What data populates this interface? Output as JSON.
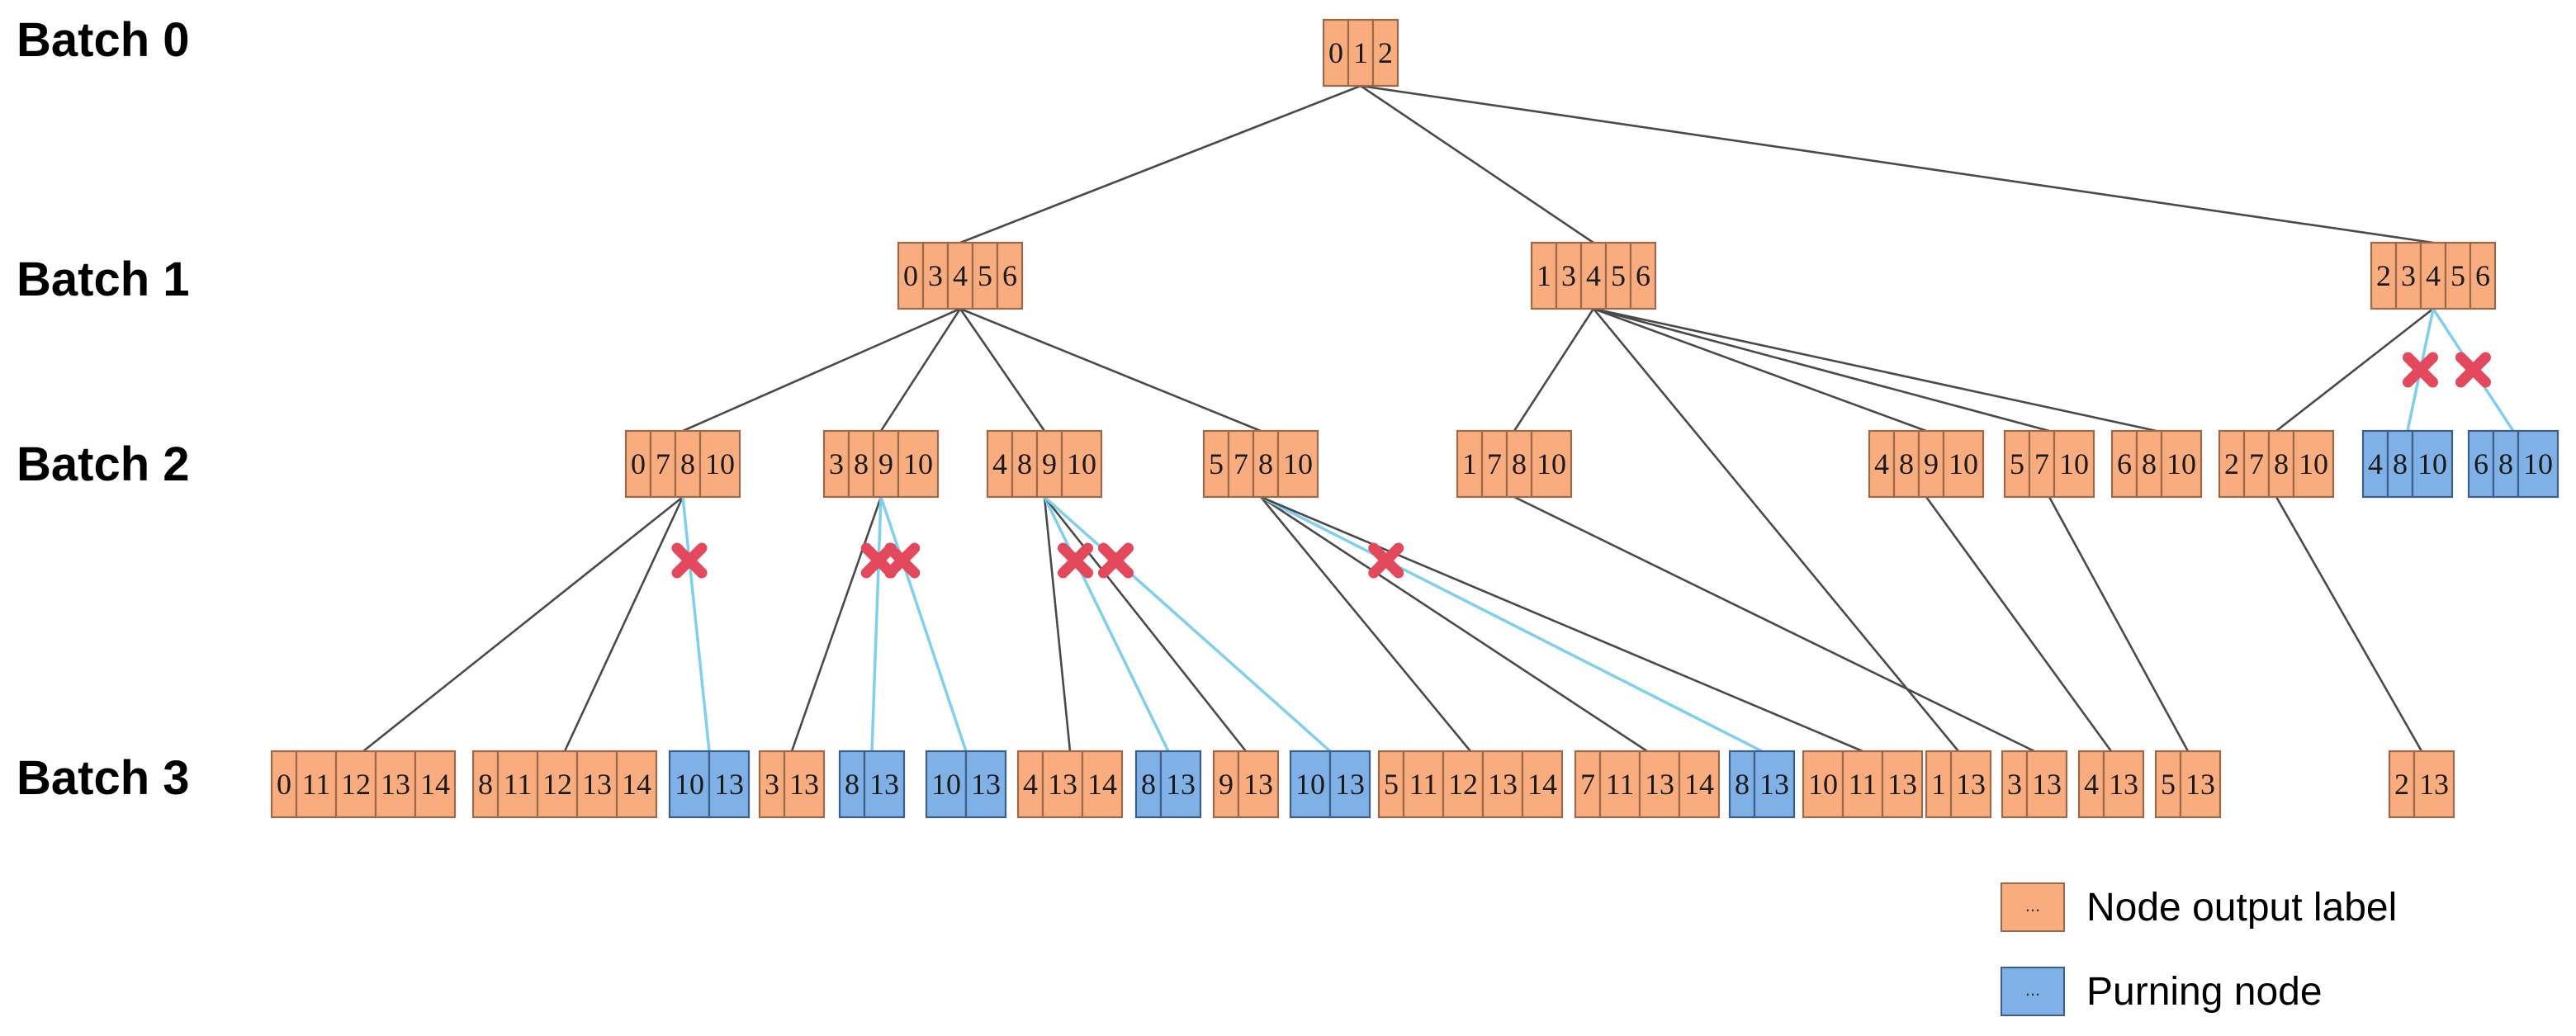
{
  "colors": {
    "output_fill": "#f9ac7e",
    "output_stroke": "#9a6a4a",
    "pruning_fill": "#7fb0e6",
    "pruning_stroke": "#3b5f8a",
    "edge": "#4a4a4a",
    "pruned_edge": "#7fcfee",
    "cross": "#e4485d"
  },
  "batches": [
    {
      "label": "Batch 0"
    },
    {
      "label": "Batch 1"
    },
    {
      "label": "Batch 2"
    },
    {
      "label": "Batch 3"
    }
  ],
  "nodes": [
    {
      "id": "n0",
      "batch": 0,
      "cells": [
        "0",
        "1",
        "2"
      ],
      "type": "output"
    },
    {
      "id": "b1a",
      "batch": 1,
      "cells": [
        "0",
        "3",
        "4",
        "5",
        "6"
      ],
      "type": "output"
    },
    {
      "id": "b1b",
      "batch": 1,
      "cells": [
        "1",
        "3",
        "4",
        "5",
        "6"
      ],
      "type": "output"
    },
    {
      "id": "b1c",
      "batch": 1,
      "cells": [
        "2",
        "3",
        "4",
        "5",
        "6"
      ],
      "type": "output"
    },
    {
      "id": "b2a",
      "batch": 2,
      "cells": [
        "0",
        "7",
        "8",
        "10"
      ],
      "type": "output"
    },
    {
      "id": "b2b",
      "batch": 2,
      "cells": [
        "3",
        "8",
        "9",
        "10"
      ],
      "type": "output"
    },
    {
      "id": "b2c",
      "batch": 2,
      "cells": [
        "4",
        "8",
        "9",
        "10"
      ],
      "type": "output"
    },
    {
      "id": "b2d",
      "batch": 2,
      "cells": [
        "5",
        "7",
        "8",
        "10"
      ],
      "type": "output"
    },
    {
      "id": "b2e",
      "batch": 2,
      "cells": [
        "1",
        "7",
        "8",
        "10"
      ],
      "type": "output"
    },
    {
      "id": "b2f",
      "batch": 2,
      "cells": [
        "4",
        "8",
        "9",
        "10"
      ],
      "type": "output"
    },
    {
      "id": "b2g",
      "batch": 2,
      "cells": [
        "5",
        "7",
        "10"
      ],
      "type": "output"
    },
    {
      "id": "b2h",
      "batch": 2,
      "cells": [
        "6",
        "8",
        "10"
      ],
      "type": "output"
    },
    {
      "id": "b2i",
      "batch": 2,
      "cells": [
        "2",
        "7",
        "8",
        "10"
      ],
      "type": "output"
    },
    {
      "id": "b2j",
      "batch": 2,
      "cells": [
        "4",
        "8",
        "10"
      ],
      "type": "pruning"
    },
    {
      "id": "b2k",
      "batch": 2,
      "cells": [
        "6",
        "8",
        "10"
      ],
      "type": "pruning"
    },
    {
      "id": "b3a",
      "batch": 3,
      "cells": [
        "0",
        "11",
        "12",
        "13",
        "14"
      ],
      "type": "output"
    },
    {
      "id": "b3b",
      "batch": 3,
      "cells": [
        "8",
        "11",
        "12",
        "13",
        "14"
      ],
      "type": "output"
    },
    {
      "id": "b3c",
      "batch": 3,
      "cells": [
        "10",
        "13"
      ],
      "type": "pruning"
    },
    {
      "id": "b3d",
      "batch": 3,
      "cells": [
        "3",
        "13"
      ],
      "type": "output"
    },
    {
      "id": "b3e",
      "batch": 3,
      "cells": [
        "8",
        "13"
      ],
      "type": "pruning"
    },
    {
      "id": "b3f",
      "batch": 3,
      "cells": [
        "10",
        "13"
      ],
      "type": "pruning"
    },
    {
      "id": "b3g",
      "batch": 3,
      "cells": [
        "4",
        "13",
        "14"
      ],
      "type": "output"
    },
    {
      "id": "b3h",
      "batch": 3,
      "cells": [
        "8",
        "13"
      ],
      "type": "pruning"
    },
    {
      "id": "b3i",
      "batch": 3,
      "cells": [
        "9",
        "13"
      ],
      "type": "output"
    },
    {
      "id": "b3j",
      "batch": 3,
      "cells": [
        "10",
        "13"
      ],
      "type": "pruning"
    },
    {
      "id": "b3k",
      "batch": 3,
      "cells": [
        "5",
        "11",
        "12",
        "13",
        "14"
      ],
      "type": "output"
    },
    {
      "id": "b3l",
      "batch": 3,
      "cells": [
        "7",
        "11",
        "13",
        "14"
      ],
      "type": "output"
    },
    {
      "id": "b3m",
      "batch": 3,
      "cells": [
        "8",
        "13"
      ],
      "type": "pruning"
    },
    {
      "id": "b3n",
      "batch": 3,
      "cells": [
        "10",
        "11",
        "13"
      ],
      "type": "output"
    },
    {
      "id": "b3o",
      "batch": 3,
      "cells": [
        "1",
        "13"
      ],
      "type": "output"
    },
    {
      "id": "b3p",
      "batch": 3,
      "cells": [
        "3",
        "13"
      ],
      "type": "output"
    },
    {
      "id": "b3q",
      "batch": 3,
      "cells": [
        "4",
        "13"
      ],
      "type": "output"
    },
    {
      "id": "b3r",
      "batch": 3,
      "cells": [
        "5",
        "13"
      ],
      "type": "output"
    },
    {
      "id": "b3s",
      "batch": 3,
      "cells": [
        "2",
        "13"
      ],
      "type": "output"
    }
  ],
  "edges": [
    {
      "from": "n0",
      "to": "b1a",
      "pruned": false
    },
    {
      "from": "n0",
      "to": "b1b",
      "pruned": false
    },
    {
      "from": "n0",
      "to": "b1c",
      "pruned": false
    },
    {
      "from": "b1a",
      "to": "b2a",
      "pruned": false
    },
    {
      "from": "b1a",
      "to": "b2b",
      "pruned": false
    },
    {
      "from": "b1a",
      "to": "b2c",
      "pruned": false
    },
    {
      "from": "b1a",
      "to": "b2d",
      "pruned": false
    },
    {
      "from": "b1b",
      "to": "b2e",
      "pruned": false
    },
    {
      "from": "b1b",
      "to": "b2f",
      "pruned": false
    },
    {
      "from": "b1b",
      "to": "b2g",
      "pruned": false
    },
    {
      "from": "b1b",
      "to": "b2h",
      "pruned": false
    },
    {
      "from": "b1b",
      "to": "b3o",
      "pruned": false
    },
    {
      "from": "b1c",
      "to": "b2i",
      "pruned": false
    },
    {
      "from": "b1c",
      "to": "b2j",
      "pruned": true
    },
    {
      "from": "b1c",
      "to": "b2k",
      "pruned": true
    },
    {
      "from": "b2a",
      "to": "b3a",
      "pruned": false
    },
    {
      "from": "b2a",
      "to": "b3b",
      "pruned": false
    },
    {
      "from": "b2a",
      "to": "b3c",
      "pruned": true
    },
    {
      "from": "b2b",
      "to": "b3d",
      "pruned": false
    },
    {
      "from": "b2b",
      "to": "b3e",
      "pruned": true
    },
    {
      "from": "b2b",
      "to": "b3f",
      "pruned": true
    },
    {
      "from": "b2c",
      "to": "b3g",
      "pruned": false
    },
    {
      "from": "b2c",
      "to": "b3h",
      "pruned": true
    },
    {
      "from": "b2c",
      "to": "b3i",
      "pruned": false
    },
    {
      "from": "b2c",
      "to": "b3j",
      "pruned": true
    },
    {
      "from": "b2d",
      "to": "b3k",
      "pruned": false
    },
    {
      "from": "b2d",
      "to": "b3l",
      "pruned": false
    },
    {
      "from": "b2d",
      "to": "b3m",
      "pruned": true
    },
    {
      "from": "b2d",
      "to": "b3n",
      "pruned": false
    },
    {
      "from": "b2e",
      "to": "b3p",
      "pruned": false
    },
    {
      "from": "b2f",
      "to": "b3q",
      "pruned": false
    },
    {
      "from": "b2g",
      "to": "b3r",
      "pruned": false
    },
    {
      "from": "b2i",
      "to": "b3s",
      "pruned": false
    }
  ],
  "legend": [
    {
      "type": "output",
      "swatch": "...",
      "label": "Node output label"
    },
    {
      "type": "pruning",
      "swatch": "...",
      "label": "Purning node"
    }
  ]
}
